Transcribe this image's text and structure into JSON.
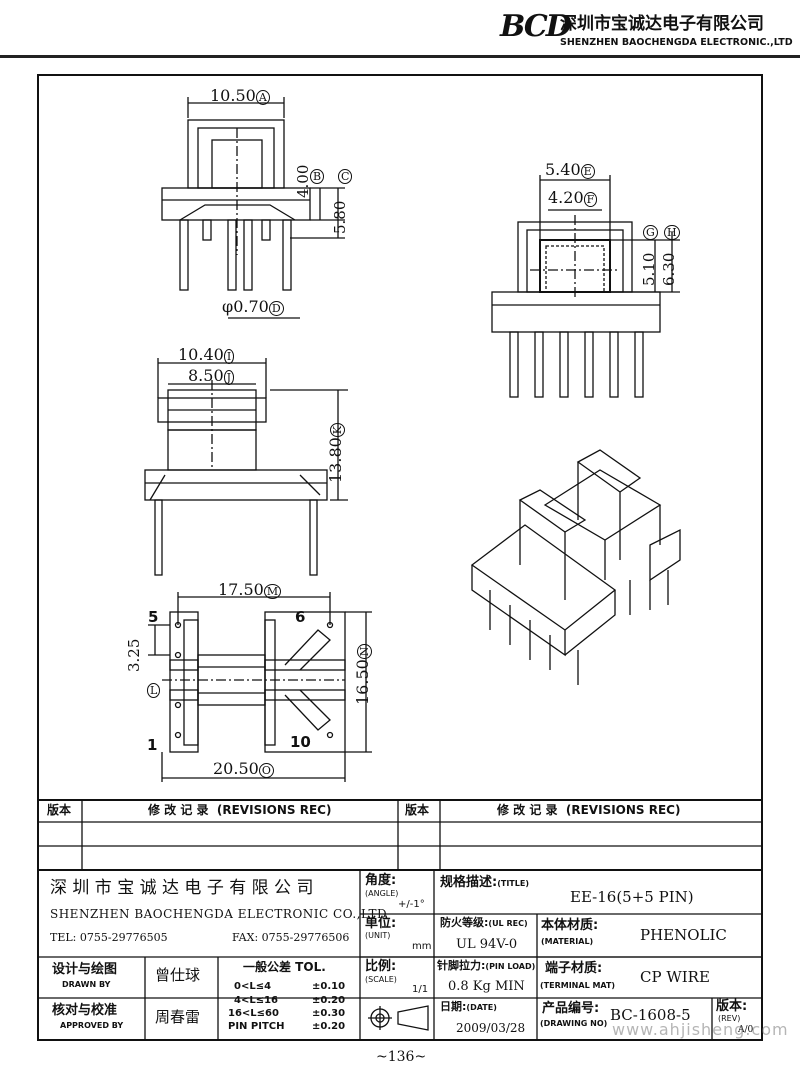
{
  "header": {
    "logo": "BCD",
    "company_cn": "深圳市宝诚达电子有限公司",
    "company_en": "SHENZHEN BAOCHENGDA ELECTRONIC.,LTD"
  },
  "drawing": {
    "front": {
      "width": "10.50",
      "width_tag": "A",
      "h1": "4.00",
      "h1_tag": "B",
      "h2": "5.80",
      "h2_tag": "C",
      "pin_dia": "φ0.70",
      "pin_tag": "D"
    },
    "right": {
      "w1": "5.40",
      "w1_tag": "E",
      "w2": "4.20",
      "w2_tag": "F",
      "h1": "5.10",
      "h1_tag": "G",
      "h2": "6.30",
      "h2_tag": "H"
    },
    "side": {
      "w1": "10.40",
      "w1_tag": "I",
      "w2": "8.50",
      "w2_tag": "J",
      "h": "13.80",
      "h_tag": "K"
    },
    "bottom": {
      "w_top": "17.50",
      "w_top_tag": "M",
      "w_bottom": "20.50",
      "w_bottom_tag": "O",
      "h": "16.50",
      "h_tag": "N",
      "pitch": "3.25",
      "l_tag": "L",
      "pin5": "5",
      "pin6": "6",
      "pin1": "1",
      "pin10": "10"
    }
  },
  "revisions": {
    "col_ver": "版本",
    "col_rec": "修 改 记 录  (REVISIONS REC)"
  },
  "title_block": {
    "company_cn": "深 圳 市 宝 诚 达 电 子 有 限 公 司",
    "company_en": "SHENZHEN BAOCHENGDA ELECTRONIC CO.,LTD",
    "tel": "TEL: 0755-29776505",
    "fax": "FAX: 0755-29776506",
    "angle_label": "角度:",
    "angle_en": "(ANGLE)",
    "angle_val": "+/-1°",
    "title_label": "规格描述:",
    "title_en": "(TITLE)",
    "title_val": "EE-16(5+5 PIN)",
    "unit_label": "单位:",
    "unit_en": "(UNIT)",
    "unit_val": "mm",
    "ul_label": "防火等级:",
    "ul_en": "(UL REC)",
    "ul_val": "UL 94V-0",
    "material_label": "本体材质:",
    "material_en": "(MATERIAL)",
    "material_val": "PHENOLIC",
    "drawn_label": "设计与绘图",
    "drawn_en": "DRAWN BY",
    "drawn_val": "曾仕球",
    "tol_label": "一般公差 TOL.",
    "tol_rows": [
      {
        "range": "0<L≤4",
        "val": "±0.10"
      },
      {
        "range": "4<L≤16",
        "val": "±0.20"
      },
      {
        "range": "16<L≤60",
        "val": "±0.30"
      },
      {
        "range": "PIN PITCH",
        "val": "±0.20"
      }
    ],
    "scale_label": "比例:",
    "scale_en": "(SCALE)",
    "scale_val": "1/1",
    "pinload_label": "针脚拉力:",
    "pinload_en": "(PIN LOAD)",
    "pinload_val": "0.8 Kg MIN",
    "terminal_label": "端子材质:",
    "terminal_en": "(TERMINAL MAT)",
    "terminal_val": "CP WIRE",
    "approved_label": "核对与校准",
    "approved_en": "APPROVED BY",
    "approved_val": "周春雷",
    "date_label": "日期:",
    "date_en": "(DATE)",
    "date_val": "2009/03/28",
    "drawno_label": "产品编号:",
    "drawno_en": "(DRAWING NO)",
    "drawno_val": "BC-1608-5",
    "rev_label": "版本:",
    "rev_en": "(REV)",
    "rev_val": "A/0"
  },
  "footer": {
    "page": "~136~",
    "watermark": "www.ahjisheng.com"
  }
}
